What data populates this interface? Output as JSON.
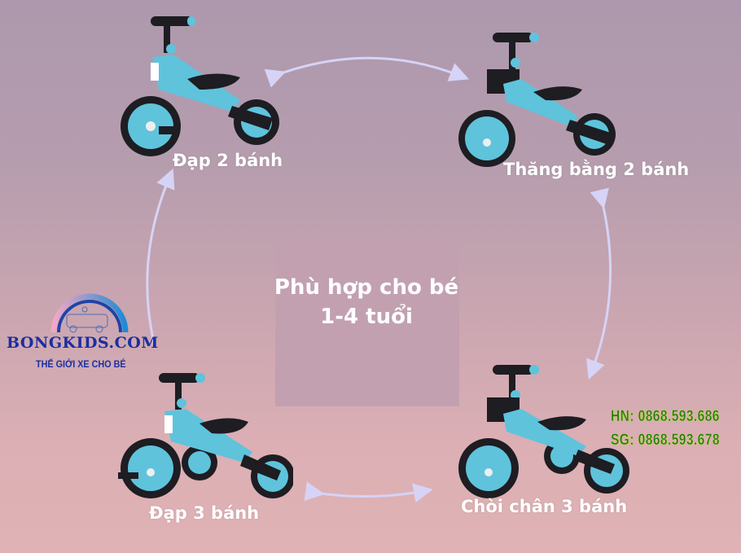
{
  "center": {
    "line1": "Phù hợp cho bé",
    "line2": "1-4 tuổi"
  },
  "modes": [
    {
      "label": "Đạp 2 bánh",
      "position": "top-left"
    },
    {
      "label": "Thăng bằng 2 bánh",
      "position": "top-right"
    },
    {
      "label": "Chòi chân 3 bánh",
      "position": "bottom-right"
    },
    {
      "label": "Đạp 3 bánh",
      "position": "bottom-left"
    }
  ],
  "logo": {
    "name": "BONGKIDS.COM",
    "tagline": "THẾ GIỚI XE CHO BÉ"
  },
  "contact": {
    "hn": "HN: 0868.593.686",
    "sg": "SG: 0868.593.678"
  },
  "colors": {
    "arrow": "#d6d3f6",
    "bike_blue": "#5fc3dc",
    "logo_blue": "#1a2fa0",
    "phone_green": "#1f7d10"
  }
}
